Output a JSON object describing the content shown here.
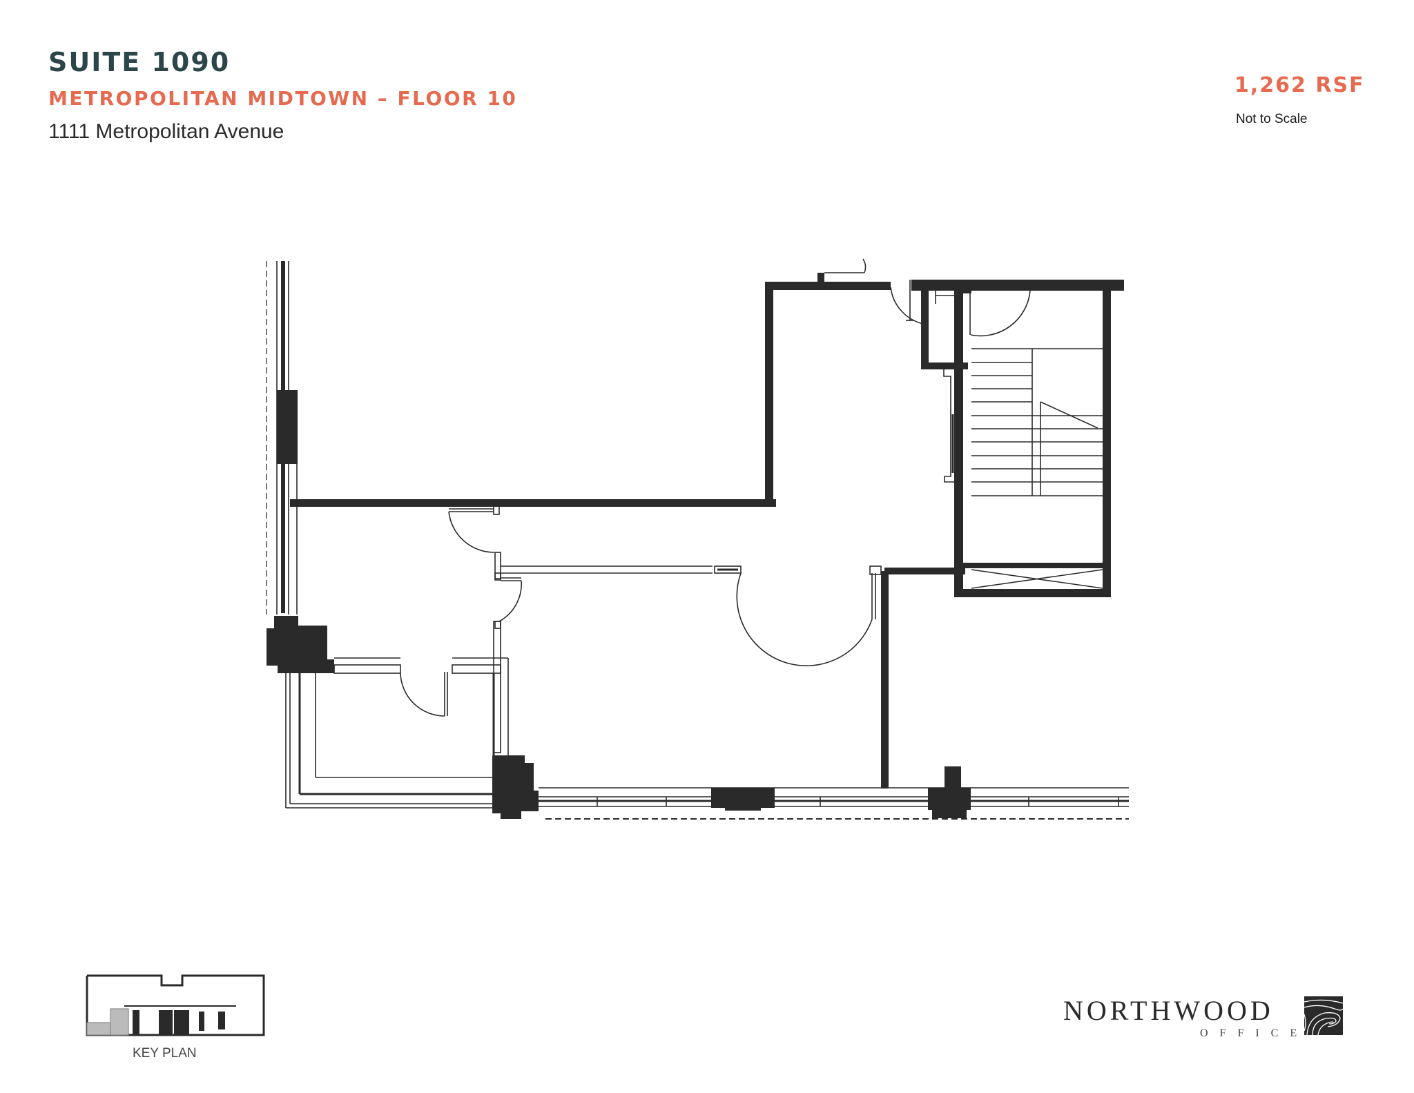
{
  "header": {
    "suite": "SUITE 1090",
    "building_floor": "METROPOLITAN MIDTOWN – FLOOR 10",
    "address": "1111 Metropolitan Avenue"
  },
  "area": {
    "rsf": "1,262 RSF",
    "scale_note": "Not to Scale"
  },
  "floor_plan": {
    "label": "Suite 1090 floor plan",
    "features": [
      "offices",
      "corridor",
      "stairwell",
      "elevator-shaft",
      "structural-columns",
      "exterior-curtain-wall"
    ]
  },
  "key_plan": {
    "label": "KEY PLAN"
  },
  "logo": {
    "brand": "NORTHWOOD",
    "sub": "OFFICE"
  },
  "colors": {
    "title": "#2b4548",
    "accent": "#e56a50",
    "wall": "#2a2a2a"
  }
}
